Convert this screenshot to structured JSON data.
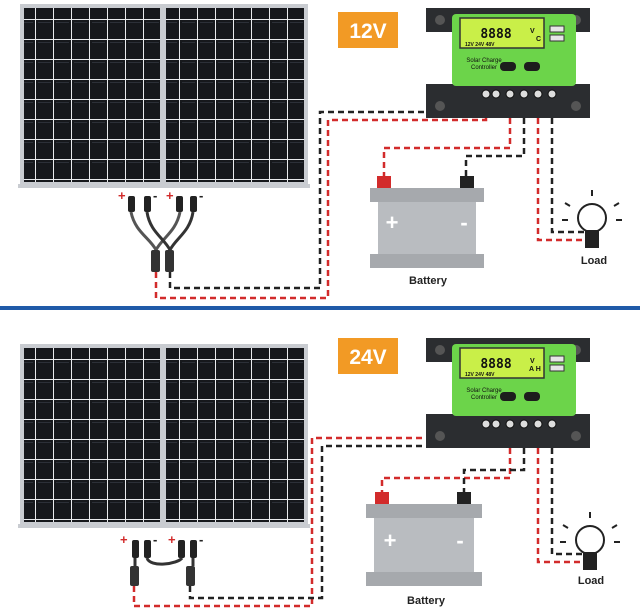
{
  "colors": {
    "controller_body": "#2b2d30",
    "controller_face": "#6cd44a",
    "lcd": "#c9ef48",
    "voltage_badge": "#f29a25",
    "divider": "#1f5aa8",
    "wire_red": "#d22b2b",
    "wire_black": "#222222",
    "panel_cell": "#16181c",
    "panel_frame": "#c9ccd1",
    "battery": "#b9bcc0"
  },
  "top": {
    "voltage": "12V",
    "battery_label": "Battery",
    "load_label": "Load",
    "controller": {
      "lcd_digits": "8888",
      "lcd_units_1": "V",
      "lcd_units_2": "C",
      "lcd_modes": "12V 24V 48V",
      "brand_line1": "Solar Charge",
      "brand_line2": "Controller"
    },
    "connector_signs": [
      "+",
      "-",
      "+",
      "-"
    ]
  },
  "bottom": {
    "voltage": "24V",
    "battery_label": "Battery",
    "load_label": "Load",
    "controller": {
      "lcd_digits": "8888",
      "lcd_units_1": "V",
      "lcd_units_2": "A H",
      "lcd_modes": "12V 24V 48V",
      "brand_line1": "Solar Charge",
      "brand_line2": "Controller"
    },
    "connector_signs": [
      "+",
      "-",
      "+",
      "-"
    ]
  },
  "battery_terminals": [
    "+",
    "-"
  ]
}
